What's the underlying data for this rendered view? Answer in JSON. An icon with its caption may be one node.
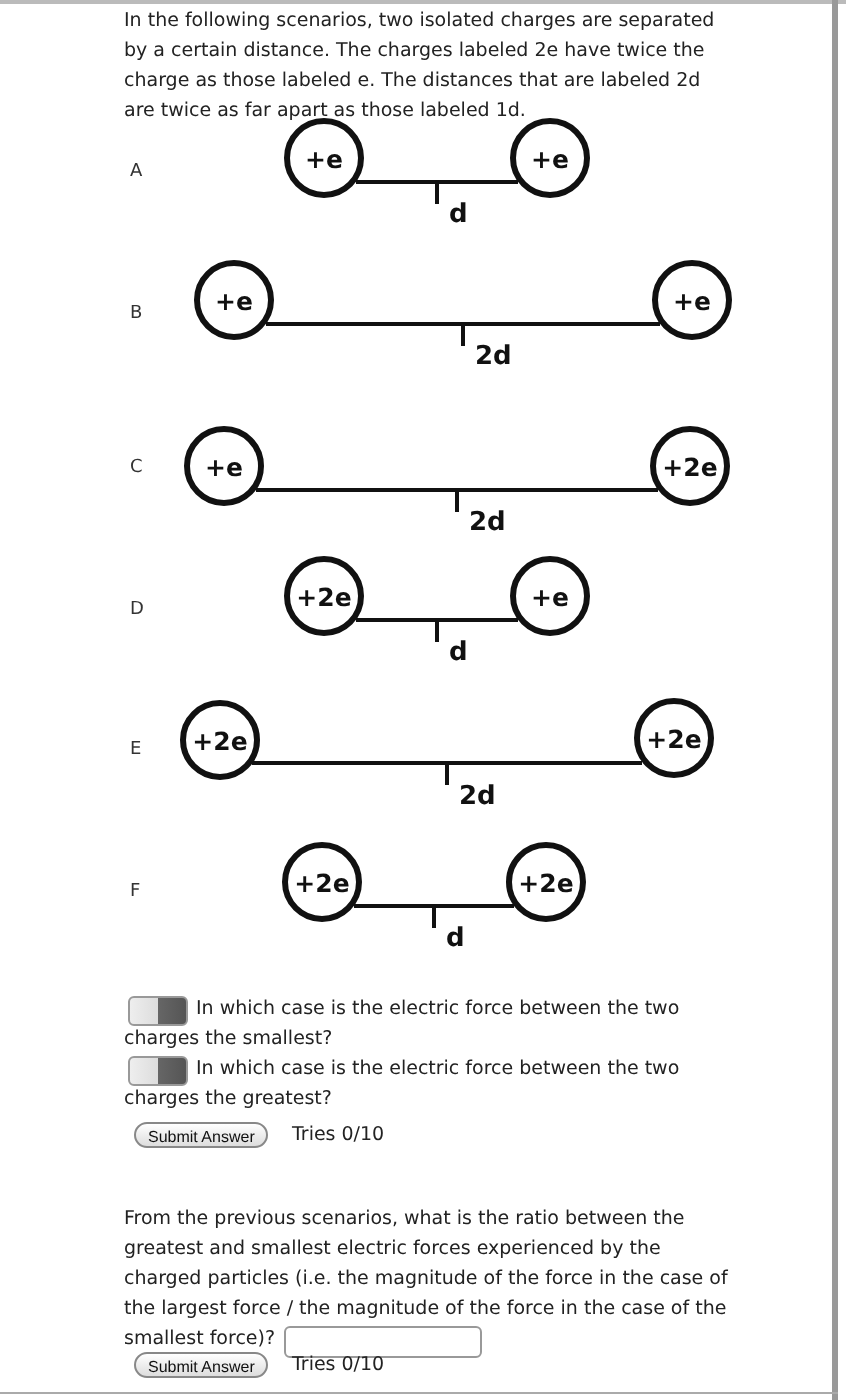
{
  "diagram": {
    "nodes": [
      {
        "text": [
          "+e"
        ]
      },
      {
        "text": [
          "+e"
        ]
      },
      {
        "text": [
          "+e"
        ]
      },
      {
        "text": [
          "+e"
        ]
      },
      {
        "text": [
          "+e"
        ]
      },
      {
        "text": [
          "+2e"
        ]
      },
      {
        "text": [
          "+2e"
        ]
      },
      {
        "text": [
          "+e"
        ]
      },
      {
        "text": [
          "+2e"
        ]
      },
      {
        "text": [
          "+2e"
        ]
      },
      {
        "text": [
          "+2e"
        ]
      },
      {
        "text": [
          "+2e"
        ]
      }
    ],
    "edges": [
      {
        "from": 0,
        "to": 1,
        "arrow": "none",
        "label": "d"
      },
      {
        "from": 2,
        "to": 3,
        "arrow": "none",
        "label": "2d"
      },
      {
        "from": 4,
        "to": 5,
        "arrow": "none",
        "label": "2d"
      },
      {
        "from": 6,
        "to": 7,
        "arrow": "none",
        "label": "d"
      },
      {
        "from": 8,
        "to": 9,
        "arrow": "none",
        "label": "2d"
      },
      {
        "from": 10,
        "to": 11,
        "arrow": "none",
        "label": "d"
      }
    ],
    "labels": [
      "In the following scenarios, two isolated charges are separated by a certain distance. The charges labeled 2e have twice the charge as those labeled e. The distances that are labeled 2d are twice as far apart as those labeled 1d.",
      "A",
      "B",
      "C",
      "D",
      "E",
      "F",
      "In which case is the electric force between the two charges the smallest?",
      "In which case is the electric force between the two charges the greatest?",
      "Submit Answer",
      "Tries 0/10",
      "From the previous scenarios, what is the ratio between the greatest and smallest electric forces experienced by the charged particles (i.e. the magnitude of the force in the case of the largest force / the magnitude of the force in the case of the smallest force)?",
      "Submit Answer",
      "Tries 0/10"
    ]
  }
}
